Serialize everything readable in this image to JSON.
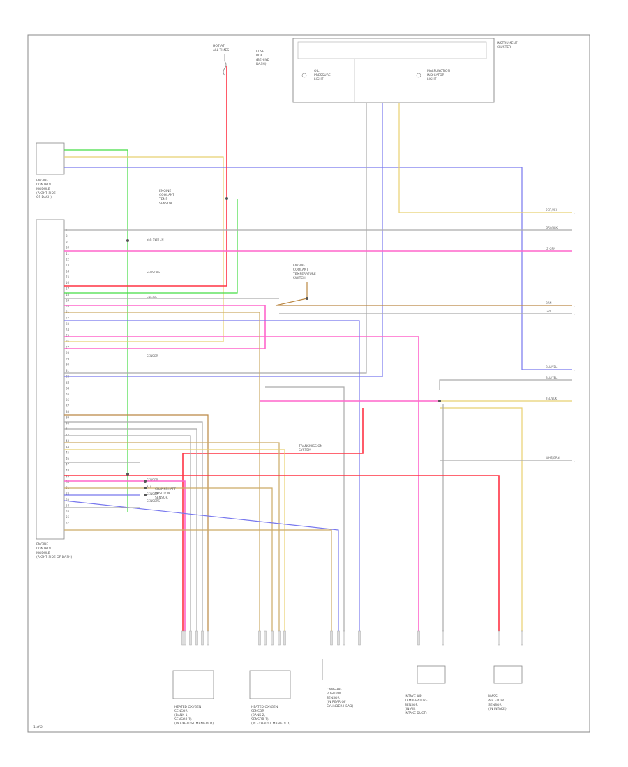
{
  "diagram": {
    "id_code": "1 of 2",
    "top_source": {
      "lines": [
        "HOT AT",
        "ALL TIMES"
      ]
    },
    "top_fuse": {
      "lines": [
        "FUSE",
        "BOX",
        "(BEHIND",
        "DASH)"
      ]
    },
    "ecm": {
      "upper_title": [
        "ENGINE",
        "CONTROL",
        "MODULE",
        "(RIGHT SIDE",
        "OF DASH)"
      ],
      "lower_title": [
        "ENGINE",
        "CONTROL",
        "MODULE",
        "(RIGHT SIDE OF DASH)"
      ],
      "pins": [
        "7",
        "8",
        "9",
        "10",
        "11",
        "12",
        "13",
        "14",
        "15",
        "16",
        "17",
        "18",
        "19",
        "20",
        "21",
        "22",
        "23",
        "24",
        "25",
        "26",
        "27",
        "28",
        "29",
        "30",
        "31",
        "32",
        "33",
        "34",
        "35",
        "36",
        "37",
        "38",
        "39",
        "40",
        "41",
        "42",
        "43",
        "44",
        "45",
        "46",
        "47",
        "48",
        "49",
        "50",
        "51",
        "52",
        "53",
        "54",
        "55",
        "56",
        "57"
      ]
    },
    "cluster": {
      "lines": [
        "INSTRUMENT",
        "CLUSTER"
      ]
    },
    "cluster_lamps": [
      {
        "lines": [
          "OIL",
          "PRESSURE",
          "LIGHT"
        ]
      },
      {
        "lines": [
          "MALFUNCTION",
          "INDICATOR",
          "LIGHT"
        ]
      }
    ],
    "splices": [
      {
        "lines": [
          "ENGINE",
          "COOLANT",
          "TEMP",
          "SENSOR"
        ]
      },
      {
        "lines": [
          "ENGINE",
          "COOLANT",
          "TEMPERATURE",
          "SWITCH"
        ]
      },
      {
        "lines": [
          "TRANSMISSION",
          "SYSTEM"
        ]
      },
      {
        "lines": [
          "CRANKSHAFT",
          "POSITION",
          "SENSOR"
        ]
      }
    ],
    "left_notes": [
      "SEE SWITCH",
      "SENSORS",
      "ENGINE",
      "SENSOR",
      "SENSOR",
      "ALL",
      "SENSOR",
      "SENSORS"
    ],
    "right_exits": [
      {
        "color": "#e8d070",
        "label": "RED/YEL"
      },
      {
        "color": "#aaaaaa",
        "label": "GRY/BLK"
      },
      {
        "color": "#ff66cc",
        "label": "LT GRN"
      },
      {
        "color": "#ccaa66",
        "label": "BRN"
      },
      {
        "color": "#aaaaaa",
        "label": "GRY"
      },
      {
        "color": "#aaaaaa",
        "label": "BLU/YEL"
      },
      {
        "color": "#aaaaaa",
        "label": "BLU/YEL"
      },
      {
        "color": "#e8d070",
        "label": "YEL/BLK"
      },
      {
        "color": "#cccccc",
        "label": "WHT/GRN"
      }
    ],
    "bottom_components": [
      {
        "lines": [
          "HEATED OXYGEN",
          "SENSOR",
          "(BANK 1,",
          "SENSOR 1)",
          "(IN EXHAUST MANIFOLD)"
        ]
      },
      {
        "lines": [
          "HEATED OXYGEN",
          "SENSOR",
          "(BANK 2,",
          "SENSOR 1)",
          "(IN EXHAUST MANIFOLD)"
        ]
      },
      {
        "lines": [
          "CAMSHAFT",
          "POSITION",
          "SENSOR",
          "(IN REAR OF",
          "CYLINDER HEAD)"
        ]
      },
      {
        "lines": [
          "INTAKE AIR",
          "TEMPERATURE",
          "SENSOR",
          "(IN AIR",
          "INTAKE DUCT)"
        ]
      },
      {
        "lines": [
          "MASS",
          "AIR FLOW",
          "SENSOR",
          "(IN INTAKE)"
        ]
      }
    ],
    "wire_colors": {
      "green": "#44dd44",
      "yellow": "#e8d070",
      "blue": "#7777ee",
      "pink": "#ff66cc",
      "red": "#ff3344",
      "gray": "#aaaaaa",
      "brown": "#bb8844",
      "tan": "#ccaa66",
      "orange": "#ffaa55"
    }
  }
}
